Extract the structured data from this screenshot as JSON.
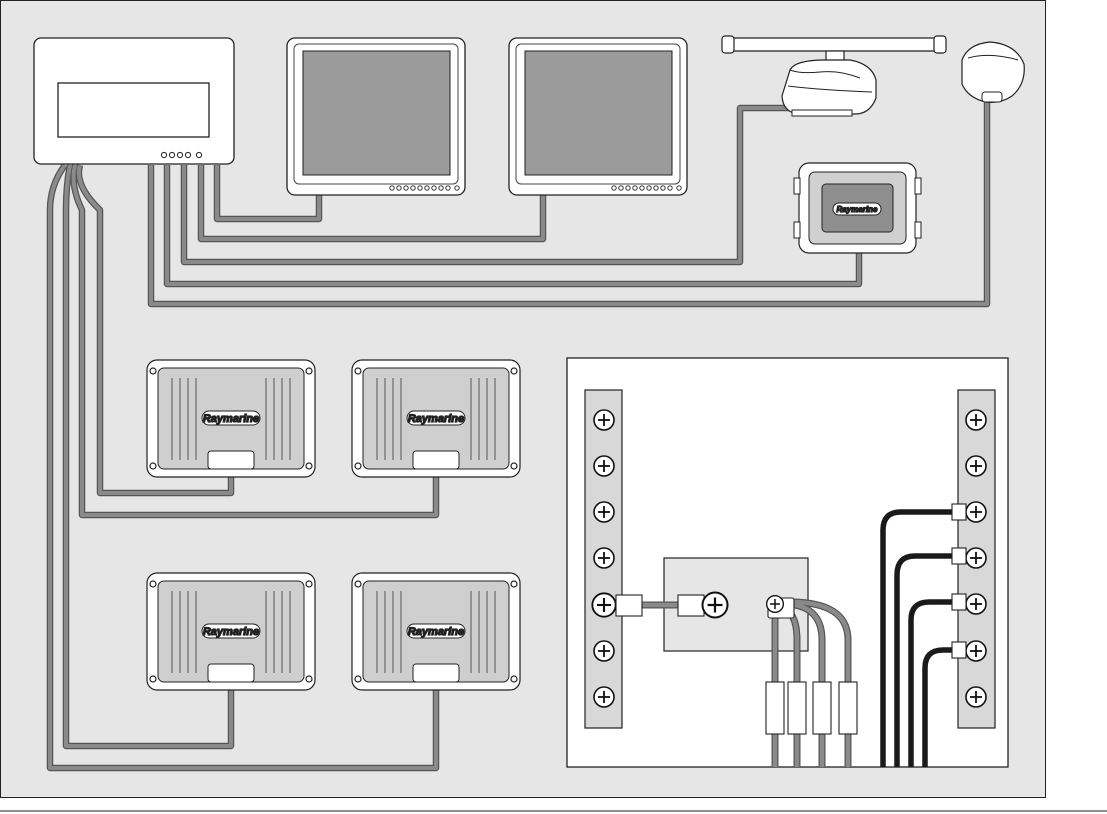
{
  "brand": "Raymarine",
  "colors": {
    "background_panel": "#e6e6e6",
    "cable_gray": "#8a8a8a",
    "cable_black": "#1a1a1a",
    "device_face": "#ffffff",
    "screen_fill": "#9b9b9b",
    "power_panel": "#ffffff",
    "bus_bar": "#d8d8d8"
  },
  "components": {
    "network_switch": {
      "icon": "network-switch-icon",
      "led_count": 5
    },
    "displays": [
      {
        "icon": "multifunction-display-icon",
        "button_count": 10
      },
      {
        "icon": "multifunction-display-icon",
        "button_count": 10
      }
    ],
    "radar": {
      "icon": "open-array-radar-icon"
    },
    "gps_antenna": {
      "icon": "gps-antenna-icon"
    },
    "sonar_module": {
      "icon": "sonar-module-icon",
      "label": "Raymarine"
    },
    "black_boxes": [
      {
        "icon": "black-box-module-icon",
        "label": "Raymarine"
      },
      {
        "icon": "black-box-module-icon",
        "label": "Raymarine"
      },
      {
        "icon": "black-box-module-icon",
        "label": "Raymarine"
      },
      {
        "icon": "black-box-module-icon",
        "label": "Raymarine"
      }
    ],
    "power_distribution": {
      "icon": "power-distribution-icon",
      "left_bus_terminals": 7,
      "right_bus_terminals": 7,
      "fuse_count": 4,
      "black_cables": 4
    }
  }
}
